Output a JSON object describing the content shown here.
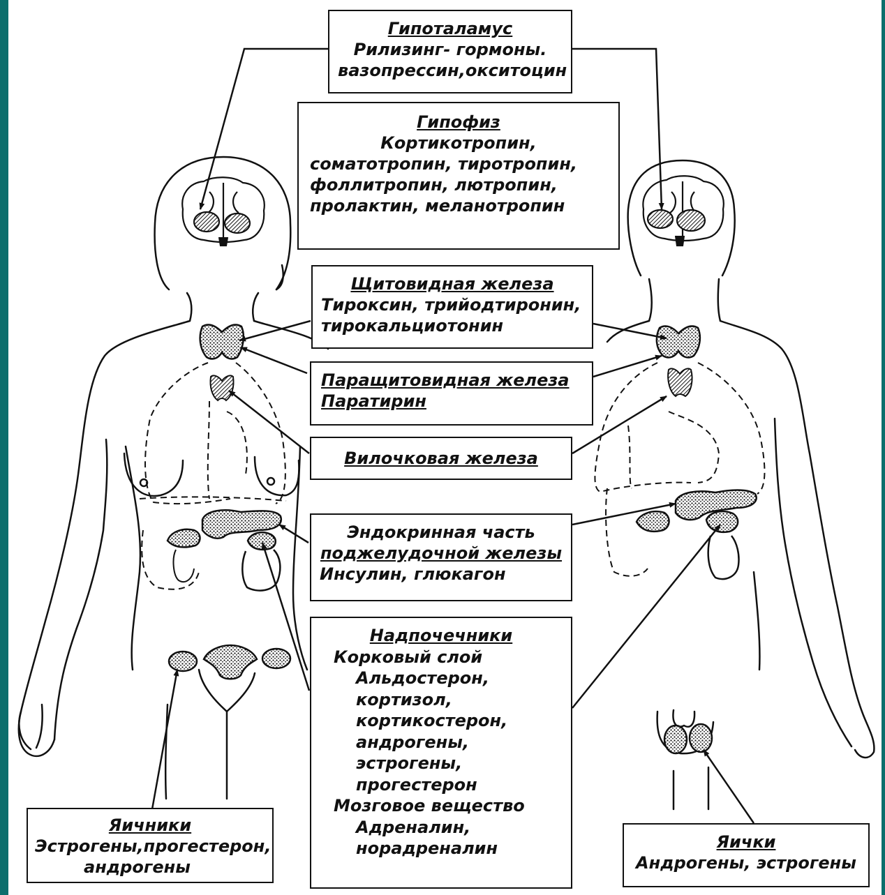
{
  "hypothalamus": {
    "title": "Гипоталамус",
    "lines": [
      "Рилизинг- гормоны.",
      "вазопрессин,окситоцин"
    ]
  },
  "pituitary": {
    "title": "Гипофиз",
    "lines": [
      "Кортикотропин,",
      "соматотропин, тиротропин,",
      "фоллитропин, лютропин,",
      "пролактин, меланотропин"
    ]
  },
  "thyroid": {
    "title": "Щитовидная железа",
    "lines": [
      "Тироксин, трийодтиронин,",
      "тирокальциотонин"
    ]
  },
  "parathyroid": {
    "title": "Паращитовидная железа",
    "lines": [
      "Паратирин"
    ]
  },
  "thymus": {
    "title": "Вилочковая железа"
  },
  "pancreas": {
    "lines": [
      "Эндокринная часть",
      "поджелудочной железы",
      "Инсулин, глюкагон"
    ]
  },
  "adrenals": {
    "title": "Надпочечники",
    "lines": [
      "Корковый слой",
      "Альдостерон,",
      "кортизол,",
      "кортикостерон,",
      "андрогены,",
      "эстрогены,",
      "прогестерон",
      "Мозговое вещество",
      "Адреналин,",
      "норадреналин"
    ]
  },
  "ovaries": {
    "title": "Яичники",
    "lines": [
      "Эстрогены,прогестерон,",
      "андрогены"
    ]
  },
  "testes": {
    "title": "Яички",
    "lines": [
      "Андрогены, эстрогены"
    ]
  }
}
